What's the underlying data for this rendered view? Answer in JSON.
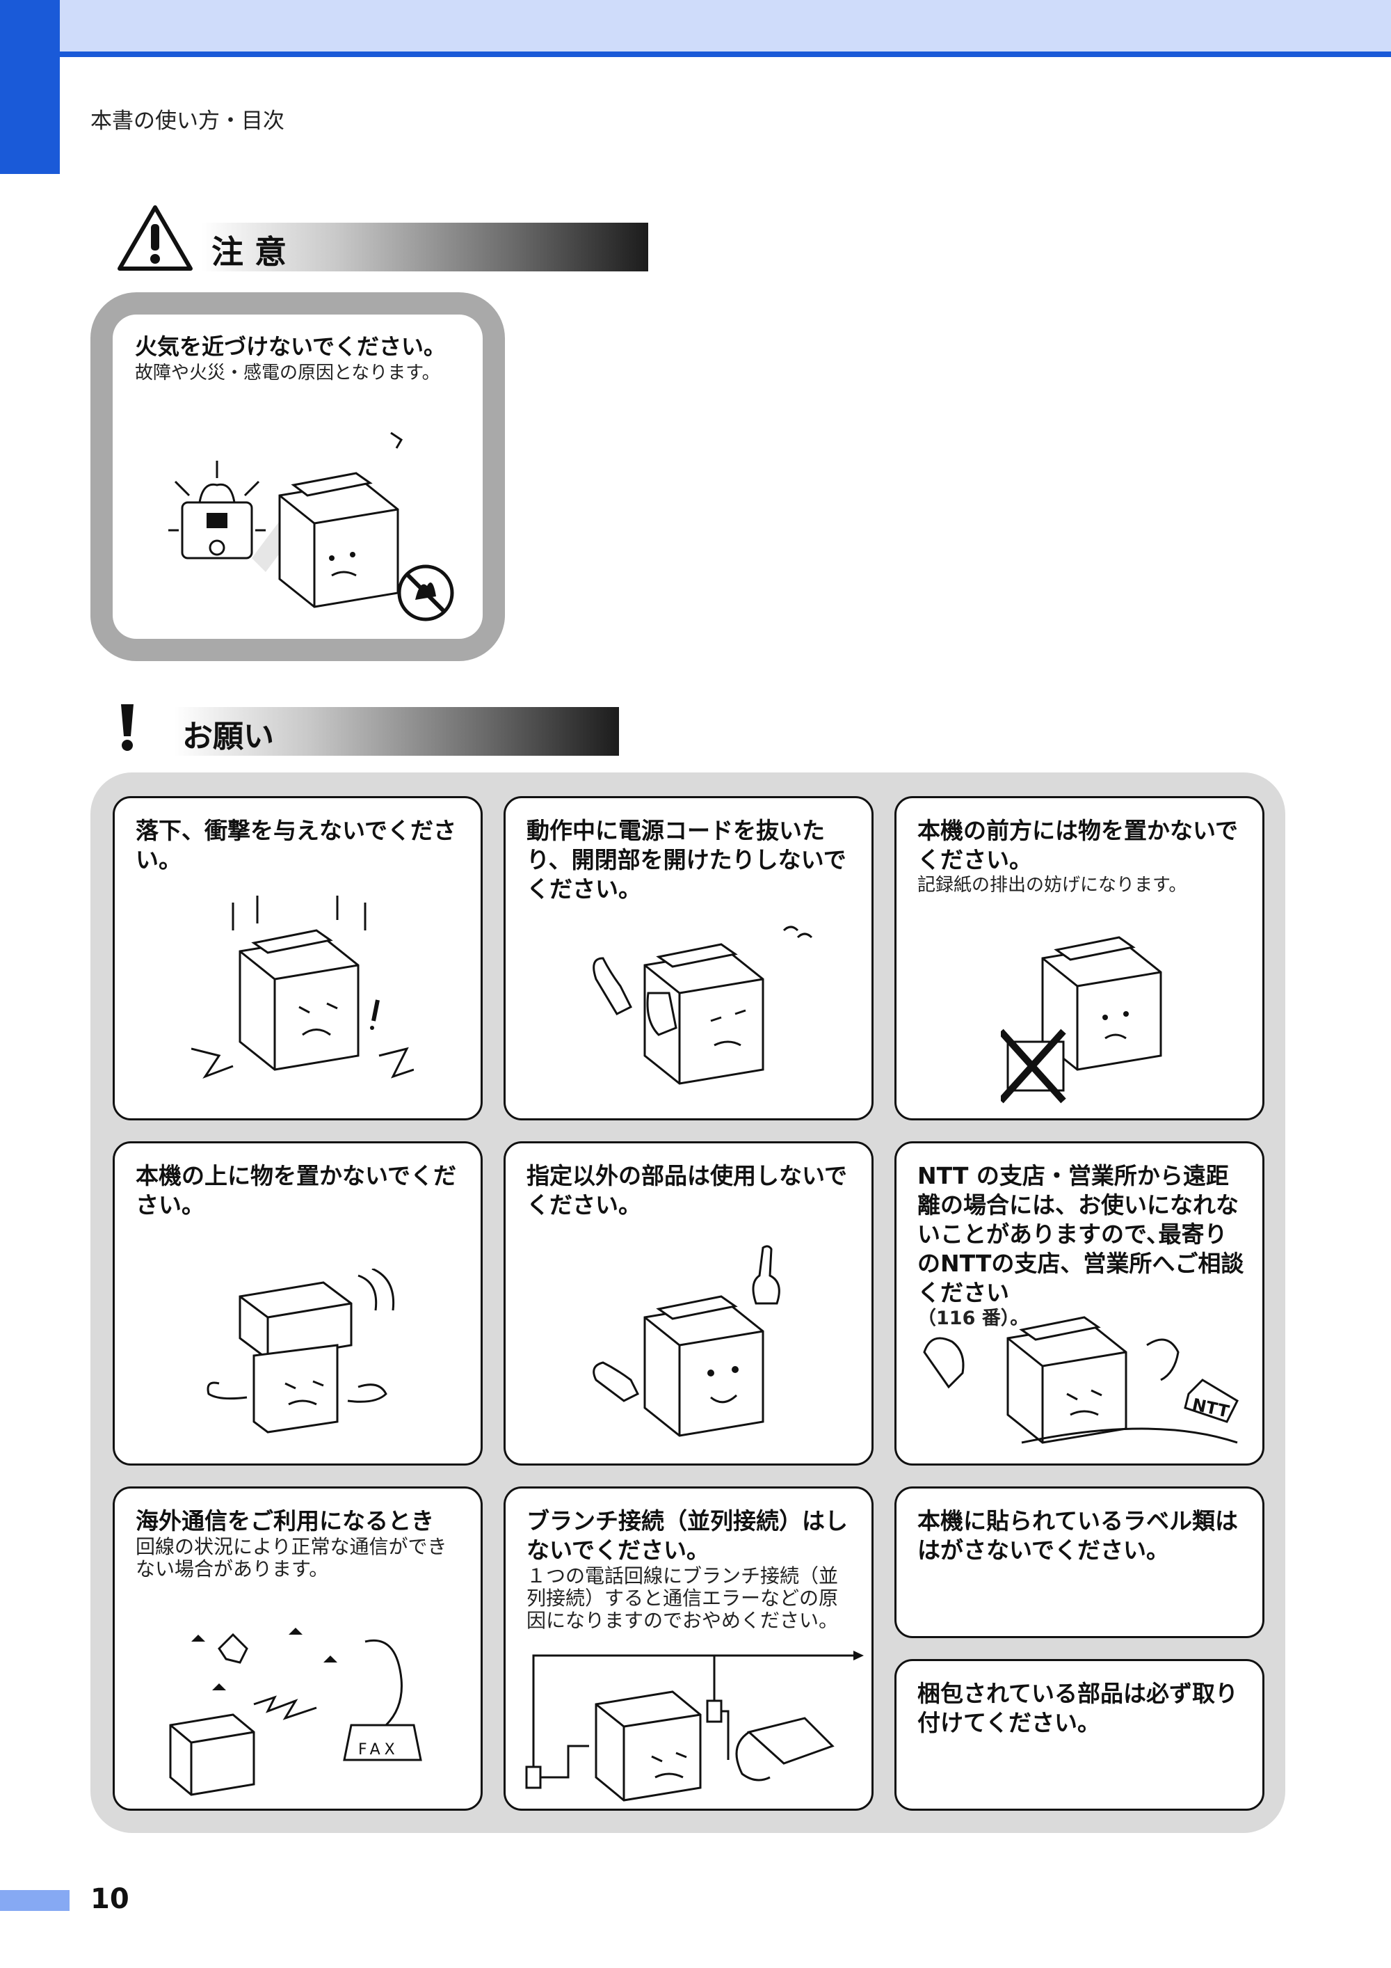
{
  "header": {
    "breadcrumb": "本書の使い方・目次"
  },
  "caution": {
    "heading": "注 意",
    "title": "火気を近づけないでください。",
    "note": "故障や火災・感電の原因となります。"
  },
  "request": {
    "heading": "お願い",
    "cards": [
      {
        "title": "落下、衝撃を与えないでください。",
        "note": ""
      },
      {
        "title": "動作中に電源コードを抜いたり、開閉部を開けたりしないでください。",
        "note": ""
      },
      {
        "title": "本機の前方には物を置かないでください。",
        "note": "記録紙の排出の妨げになります。"
      },
      {
        "title": "本機の上に物を置かないでください。",
        "note": ""
      },
      {
        "title": "指定以外の部品は使用しないでください。",
        "note": ""
      },
      {
        "title": "NTT の支店・営業所から遠距離の場合には、お使いになれないことがありますので､最寄りのNTTの支店、営業所へご相談ください",
        "note": "（116 番）。"
      },
      {
        "title": "海外通信をご利用になるとき",
        "note": "回線の状況により正常な通信ができない場合があります。"
      },
      {
        "title": "ブランチ接続（並列接続）はしないでください。",
        "note": "１つの電話回線にブランチ接続（並列接続）すると通信エラーなどの原因になりますのでおやめください。"
      },
      {
        "title": "本機に貼られているラベル類ははがさないでください。",
        "note": ""
      },
      {
        "title": "梱包されている部品は必ず取り付けてください。",
        "note": ""
      }
    ]
  },
  "labels": {
    "ntt_sign": "NTT",
    "fax_label": "FAX"
  },
  "footer": {
    "page_number": "10"
  }
}
